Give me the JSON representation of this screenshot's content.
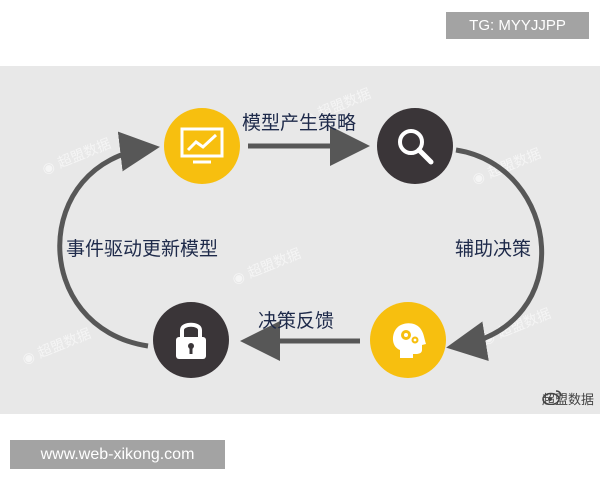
{
  "badge": {
    "text": "TG: MYYJJPP"
  },
  "diagram": {
    "nodes": [
      {
        "id": "model",
        "icon": "chart-monitor-icon",
        "color": "#f7bf0f"
      },
      {
        "id": "search",
        "icon": "magnifier-icon",
        "color": "#3a3538"
      },
      {
        "id": "brain",
        "icon": "head-gears-icon",
        "color": "#f7bf0f"
      },
      {
        "id": "lock",
        "icon": "padlock-icon",
        "color": "#3a3538"
      }
    ],
    "edges": {
      "top": "模型产生策略",
      "right": "辅助决策",
      "bottom": "决策反馈",
      "left": "事件驱动更新模型"
    },
    "colors": {
      "arrow": "#575757",
      "panel": "#e8e8e8",
      "label": "#1e2a4a"
    }
  },
  "watermark": {
    "text": "超盟数据"
  },
  "footer": {
    "url": "www.web-xikong.com"
  }
}
